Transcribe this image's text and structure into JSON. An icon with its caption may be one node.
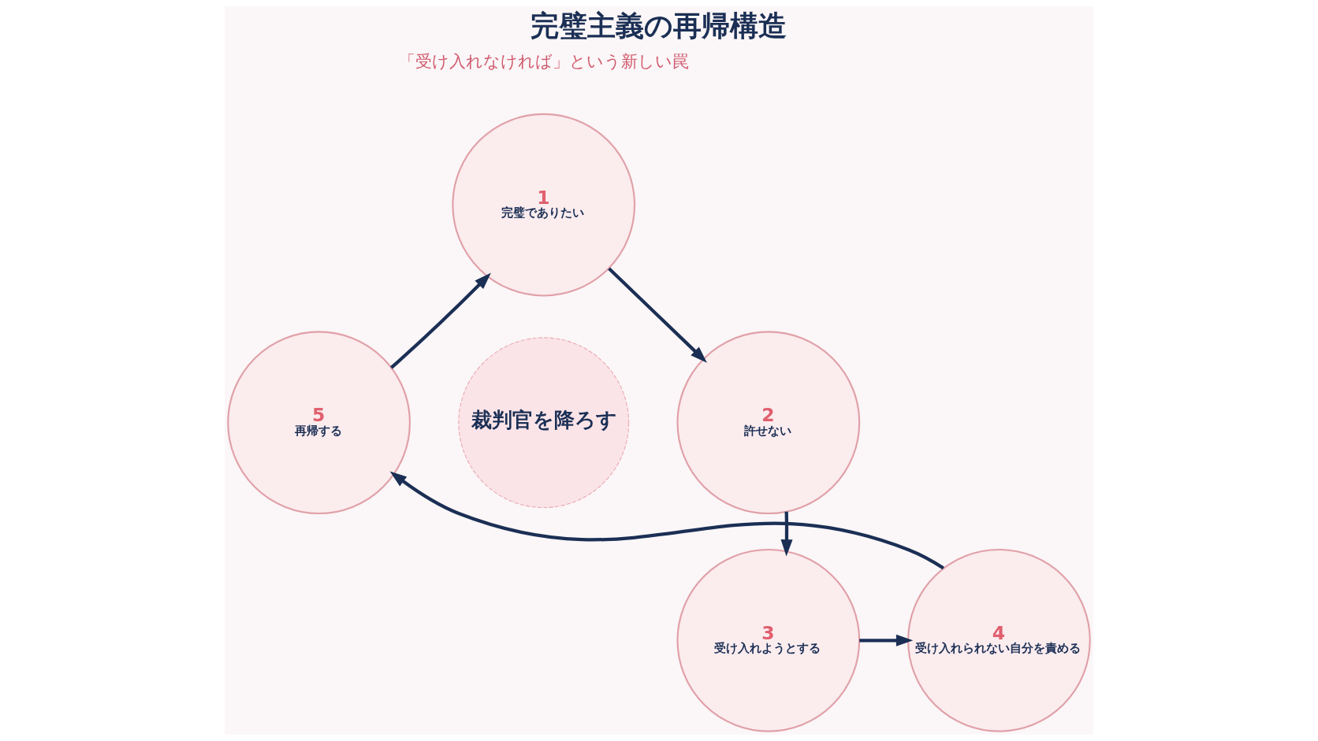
{
  "diagram": {
    "title": "完璧主義の再帰構造",
    "nodes": [
      {
        "text": [
          "1",
          "完璧でありたい"
        ]
      },
      {
        "text": [
          "2",
          "許せない"
        ]
      },
      {
        "text": [
          "3",
          "受け入れようとする"
        ]
      },
      {
        "text": [
          "4",
          "受け入れられない自分を責める"
        ]
      },
      {
        "text": [
          "5",
          "再帰する"
        ]
      },
      {
        "text": [
          "裁判官を降ろす"
        ]
      }
    ],
    "edges": [
      {
        "from": 0,
        "to": 1,
        "arrow": "to"
      },
      {
        "from": 1,
        "to": 2,
        "arrow": "to"
      },
      {
        "from": 2,
        "to": 3,
        "arrow": "to"
      },
      {
        "from": 3,
        "to": 4,
        "arrow": "to"
      },
      {
        "from": 4,
        "to": 0,
        "arrow": "to"
      }
    ],
    "labels": [
      "「受け入れなければ」という新しい罠"
    ]
  }
}
